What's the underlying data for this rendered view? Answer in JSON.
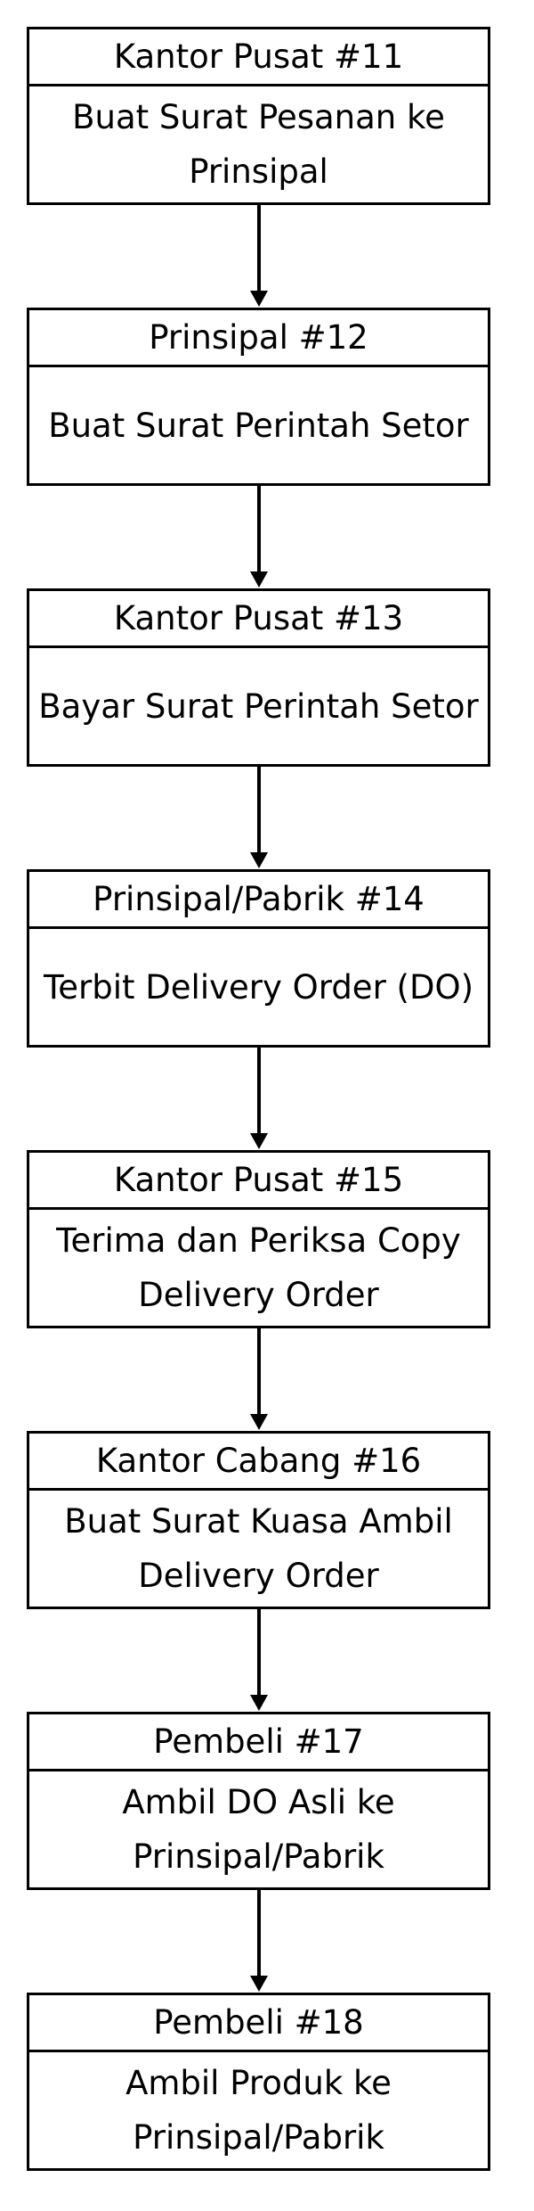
{
  "flowchart": {
    "steps": [
      {
        "header": "Kantor Pusat #11",
        "body": "Buat Surat Pesanan ke Prinsipal"
      },
      {
        "header": "Prinsipal #12",
        "body": "Buat Surat Perintah Setor"
      },
      {
        "header": "Kantor Pusat #13",
        "body": "Bayar Surat Perintah Setor"
      },
      {
        "header": "Prinsipal/Pabrik #14",
        "body": "Terbit Delivery Order (DO)"
      },
      {
        "header": "Kantor Pusat #15",
        "body": "Terima dan Periksa Copy Delivery Order"
      },
      {
        "header": "Kantor Cabang #16",
        "body": "Buat Surat Kuasa Ambil Delivery Order"
      },
      {
        "header": "Pembeli #17",
        "body": "Ambil DO Asli ke Prinsipal/Pabrik"
      },
      {
        "header": "Pembeli #18",
        "body": "Ambil Produk ke Prinsipal/Pabrik"
      }
    ],
    "line_color": "#000000",
    "fill_color": "#ffffff"
  }
}
